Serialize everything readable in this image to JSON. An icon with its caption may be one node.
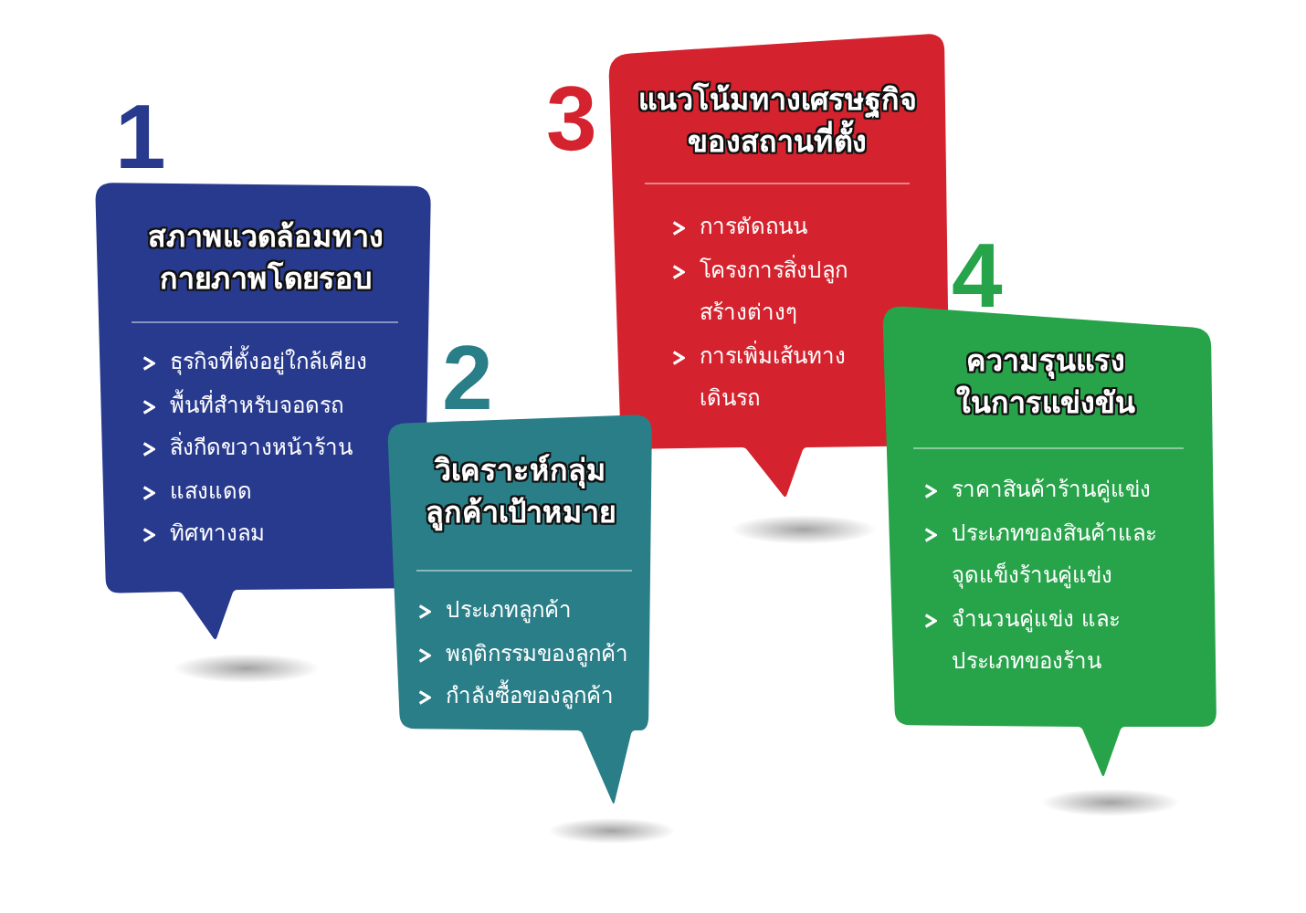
{
  "diagram": {
    "nodes": [
      {
        "text": [
          "สภาพแวดล้อมทางกายภาพโดยรอบ",
          "ธุรกิจที่ตั้งอยู่ใกล้เคียง",
          "พื้นที่สำหรับจอดรถ",
          "สิ่งกีดขวางหน้าร้าน",
          "แสงแดด",
          "ทิศทางลม"
        ],
        "beside": [
          "1"
        ]
      },
      {
        "text": [
          "วิเคราะห์กลุ่มลูกค้าเป้าหมาย",
          "ประเภทลูกค้า",
          "พฤติกรรมของลูกค้า",
          "กำลังซื้อของลูกค้า"
        ],
        "beside": [
          "2"
        ]
      },
      {
        "text": [
          "แนวโน้มทางเศรษฐกิจของสถานที่ตั้ง",
          "การตัดถนน",
          "โครงการสิ่งปลูกสร้างต่างๆ",
          "การเพิ่มเส้นทางเดินรถ"
        ],
        "beside": [
          "3"
        ]
      },
      {
        "text": [
          "ความรุนแรงในการแข่งขัน",
          "ราคาสินค้าร้านคู่แข่ง",
          "ประเภทของสินค้าและจุดแข็งร้านคู่แข่ง",
          "จำนวนคู่แข่ง และประเภทของร้าน"
        ],
        "beside": [
          "4"
        ]
      }
    ]
  }
}
